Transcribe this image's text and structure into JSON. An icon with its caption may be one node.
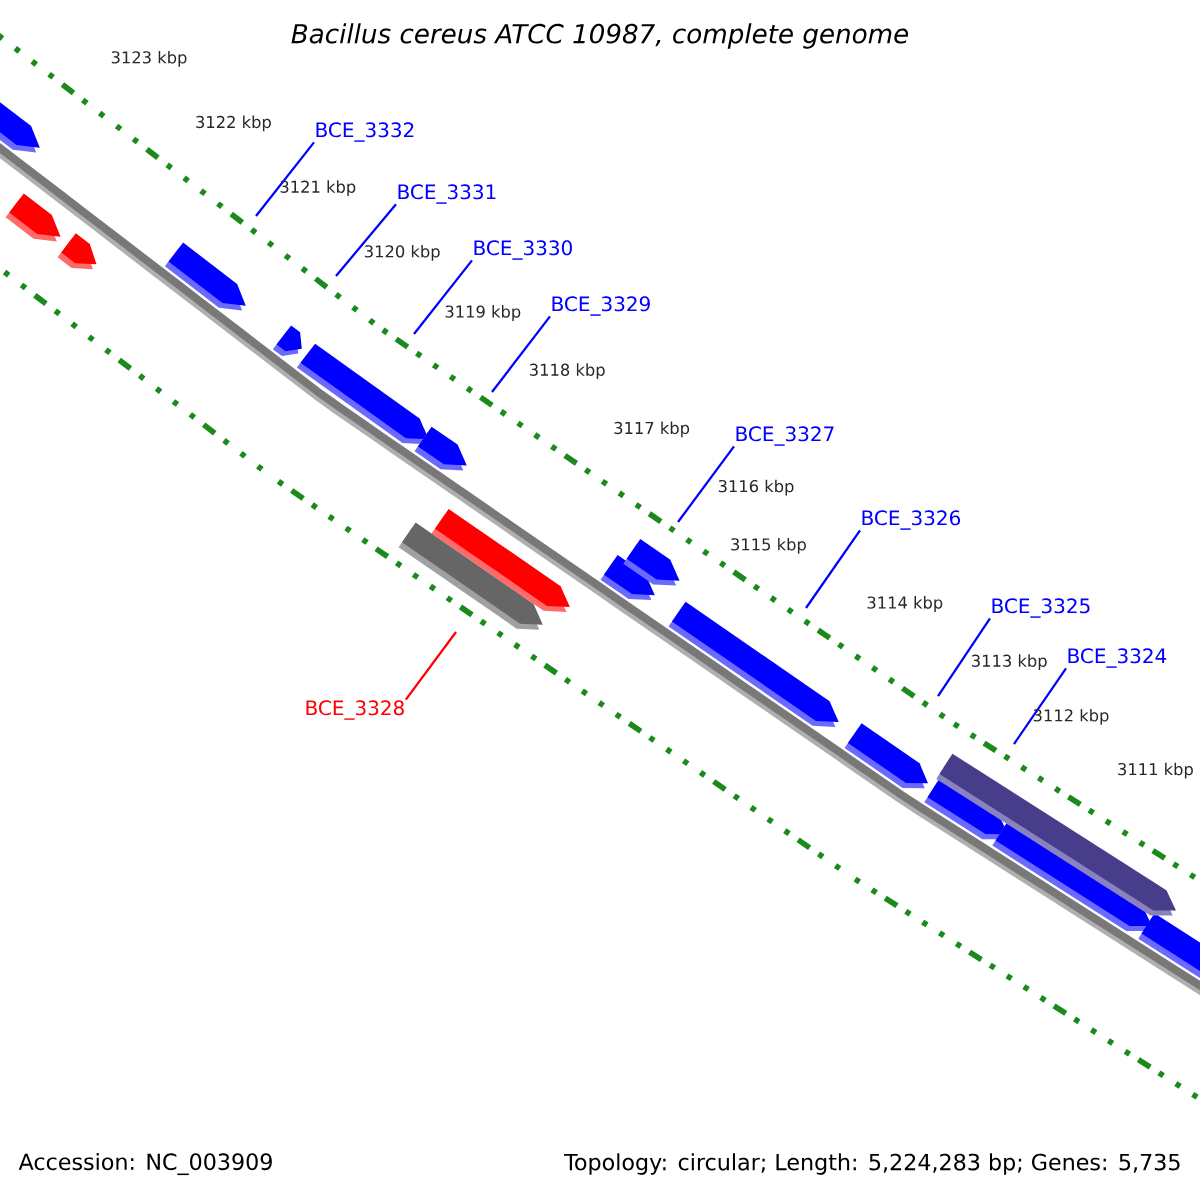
{
  "diagram": {
    "title": "Bacillus cereus ATCC 10987, complete genome",
    "nodes": [
      {
        "text": [
          "BCE_3332"
        ]
      },
      {
        "text": [
          "BCE_3331"
        ]
      },
      {
        "text": [
          "BCE_3330"
        ]
      },
      {
        "text": [
          "BCE_3329"
        ]
      },
      {
        "text": [
          "BCE_3327"
        ]
      },
      {
        "text": [
          "BCE_3326"
        ]
      },
      {
        "text": [
          "BCE_3325"
        ]
      },
      {
        "text": [
          "BCE_3324"
        ]
      },
      {
        "text": [
          "BCE_3328"
        ]
      }
    ],
    "edges": [
      {
        "from": 0,
        "to": null,
        "arrow": "none"
      },
      {
        "from": 1,
        "to": null,
        "arrow": "none"
      },
      {
        "from": 2,
        "to": null,
        "arrow": "none"
      },
      {
        "from": 3,
        "to": null,
        "arrow": "none"
      },
      {
        "from": 4,
        "to": null,
        "arrow": "none"
      },
      {
        "from": 5,
        "to": null,
        "arrow": "none"
      },
      {
        "from": 6,
        "to": null,
        "arrow": "none"
      },
      {
        "from": 7,
        "to": null,
        "arrow": "none"
      },
      {
        "from": 8,
        "to": null,
        "arrow": "none",
        "color": "#ff0000"
      }
    ],
    "labels": [
      "3123 kbp",
      "3122 kbp",
      "3121 kbp",
      "3120 kbp",
      "3119 kbp",
      "3118 kbp",
      "3117 kbp",
      "3116 kbp",
      "3115 kbp",
      "3114 kbp",
      "3113 kbp",
      "3112 kbp",
      "3111 kbp",
      "Accession: NC_003909",
      "Topology: circular; Length: 5,224,283 bp; Genes: 5,735"
    ]
  }
}
